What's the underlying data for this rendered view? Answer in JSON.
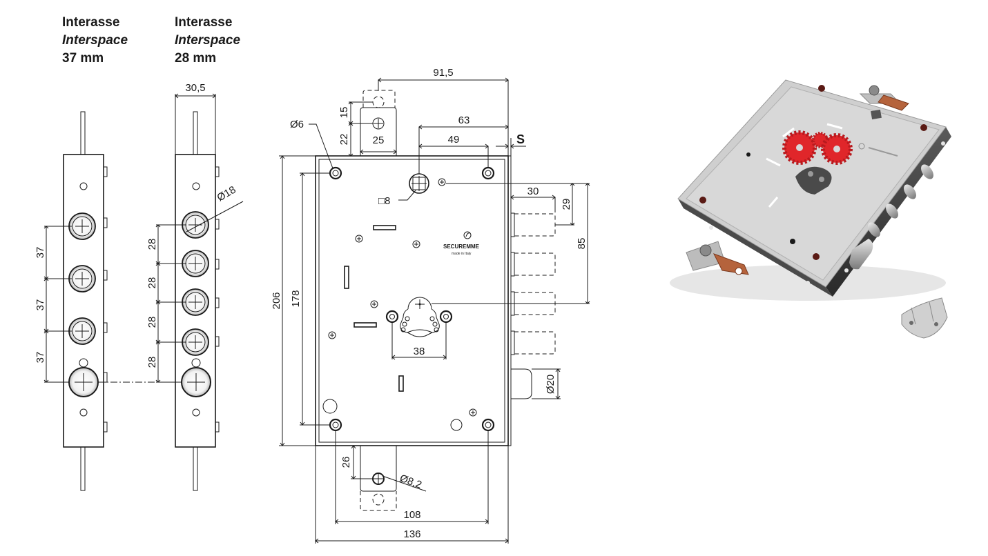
{
  "columns": [
    {
      "label": "Interasse",
      "label_en": "Interspace",
      "value": "37 mm"
    },
    {
      "label": "Interasse",
      "label_en": "Interspace",
      "value": "28 mm"
    }
  ],
  "dimensions": {
    "width_left": "30,5",
    "bolt_dia": "Ø18",
    "spacing_37": "37",
    "spacing_28": "28",
    "top_width": "91,5",
    "d63": "63",
    "d49": "49",
    "s_label": "S",
    "d25": "25",
    "d15": "15",
    "d22": "22",
    "hole_dia": "Ø6",
    "square": "□8",
    "d30": "30",
    "d29": "29",
    "d85": "85",
    "height_total": "206",
    "height_inner": "178",
    "cyl_spacing": "38",
    "latch_dia": "Ø20",
    "d26": "26",
    "hole_dia_2": "Ø8,2",
    "d108": "108",
    "d136": "136"
  },
  "brand": {
    "name": "SECUREMME",
    "sub": "made in Italy"
  },
  "colors": {
    "line": "#1a1a1a",
    "gear": "#e0262a",
    "plate": "#c9c9c9",
    "body": "#3a3a3a",
    "tab": "#b5633c"
  }
}
